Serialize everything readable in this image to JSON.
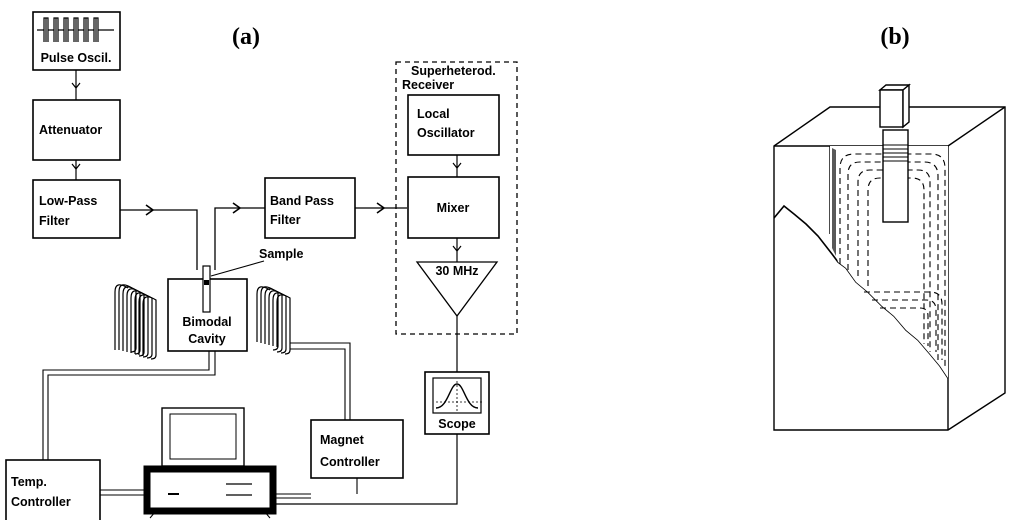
{
  "panels": {
    "a_label": "(a)",
    "b_label": "(b)"
  },
  "blocks": {
    "pulse_oscillator": "Pulse Oscil.",
    "attenuator": "Attenuator",
    "low_pass_line1": "Low-Pass",
    "low_pass_line2": "Filter",
    "band_pass_line1": "Band Pass",
    "band_pass_line2": "Filter",
    "receiver_line1": "Superheterod.",
    "receiver_line2": "Receiver",
    "local_osc_line1": "Local",
    "local_osc_line2": "Oscillator",
    "mixer": "Mixer",
    "if_amp": "30 MHz",
    "sample": "Sample",
    "cavity_line1": "Bimodal",
    "cavity_line2": "Cavity",
    "scope": "Scope",
    "magnet_line1": "Magnet",
    "magnet_line2": "Controller",
    "temp_line1": "Temp.",
    "temp_line2": "Controller"
  }
}
